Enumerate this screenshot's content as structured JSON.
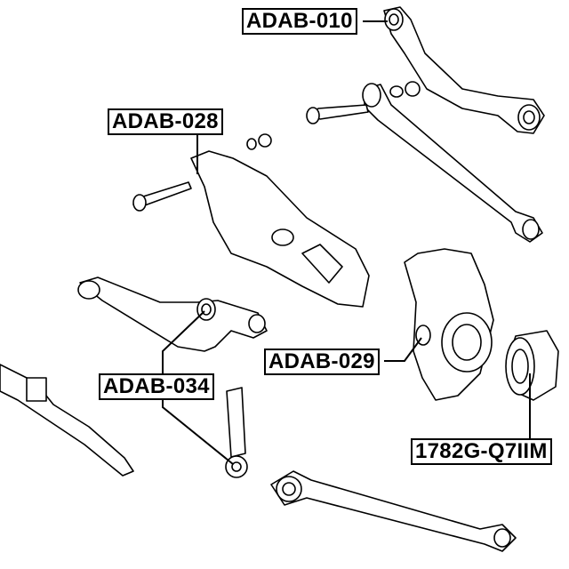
{
  "labels": {
    "adab_010": "ADAB-010",
    "adab_028": "ADAB-028",
    "adab_029": "ADAB-029",
    "adab_034": "ADAB-034",
    "part_1782g": "1782G-Q7IIM"
  },
  "colors": {
    "line": "#000000",
    "background": "#ffffff"
  }
}
